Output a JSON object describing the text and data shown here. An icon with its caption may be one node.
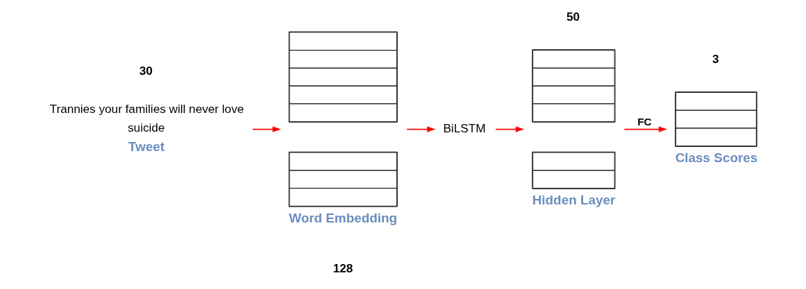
{
  "diagram": {
    "nodes": [
      {
        "text": [
          "Trannies your families will never love",
          "suicide"
        ],
        "beside": [
          "Tweet"
        ]
      },
      {
        "text": [],
        "shape": "box",
        "beside": [
          "Word Embedding"
        ]
      },
      {
        "text": [
          "BiLSTM"
        ]
      },
      {
        "text": [],
        "shape": "box",
        "beside": [
          "Hidden Layer"
        ]
      },
      {
        "text": [],
        "shape": "box",
        "beside": [
          "Class Scores"
        ]
      }
    ],
    "edges": [
      {
        "from": 0,
        "to": 1,
        "arrow": "to",
        "color": "#ff0000"
      },
      {
        "from": 1,
        "to": 2,
        "arrow": "to",
        "color": "#ff0000"
      },
      {
        "from": 2,
        "to": 3,
        "arrow": "to",
        "color": "#ff0000"
      },
      {
        "from": 3,
        "to": 4,
        "arrow": "to",
        "label": "FC",
        "color": "#ff0000"
      }
    ],
    "labels": [
      "30",
      "128",
      "50",
      "3"
    ]
  }
}
